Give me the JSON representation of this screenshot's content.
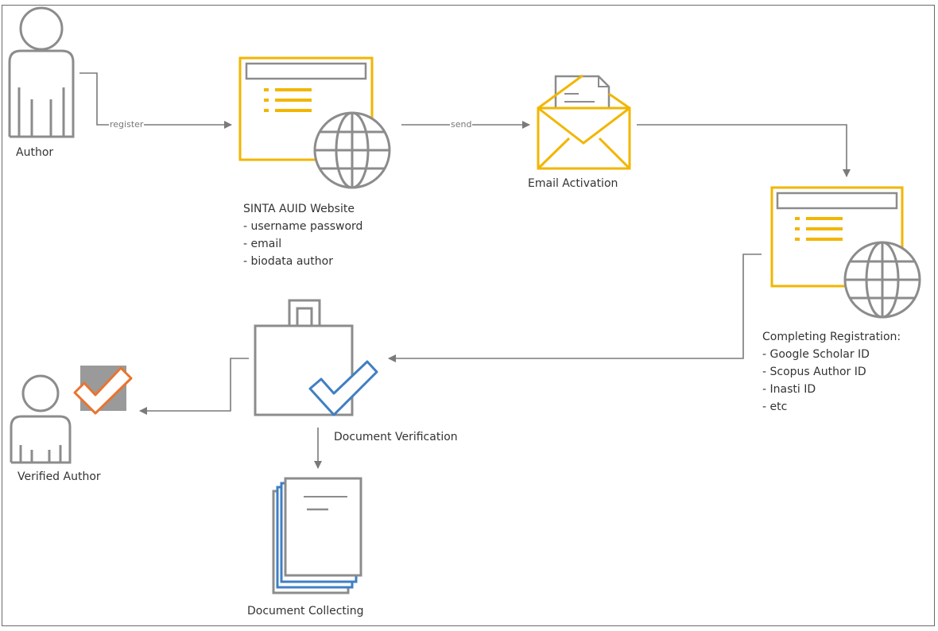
{
  "nodes": {
    "author": {
      "label": "Author"
    },
    "website": {
      "title": "SINTA AUID Website",
      "items": [
        "- username password",
        "- email",
        "- biodata author"
      ]
    },
    "email": {
      "label": "Email Activation"
    },
    "completing": {
      "title": "Completing Registration:",
      "items": [
        "- Google Scholar ID",
        "- Scopus Author ID",
        "- Inasti ID",
        "- etc"
      ]
    },
    "verification": {
      "label": "Document Verification"
    },
    "verified": {
      "label": "Verified Author"
    },
    "collecting": {
      "label": "Document Collecting"
    }
  },
  "edges": {
    "register": "register",
    "send": "send"
  },
  "colors": {
    "gray": "#8c8c8c",
    "yellow": "#f2b600",
    "blue": "#3f7fc4",
    "orange": "#e8742f",
    "stroke": "#7a7a7a"
  }
}
